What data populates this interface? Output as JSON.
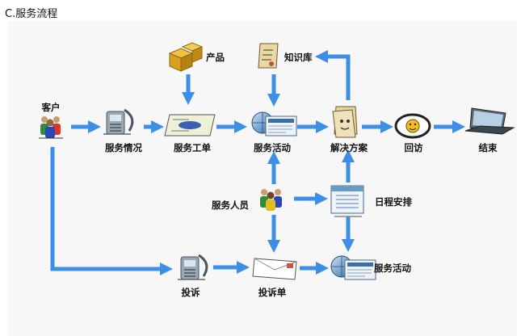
{
  "heading": "C.服务流程",
  "nodes": {
    "customer": {
      "label": "客户",
      "icon": "people-icon"
    },
    "service_info": {
      "label": "服务情况",
      "icon": "phone-icon"
    },
    "work_order": {
      "label": "服务工单",
      "icon": "document-icon"
    },
    "product": {
      "label": "产品",
      "icon": "boxes-icon"
    },
    "knowledge_base": {
      "label": "知识库",
      "icon": "scroll-icon"
    },
    "service_activity": {
      "label": "服务活动",
      "icon": "globe-doc-icon"
    },
    "solution": {
      "label": "解决方案",
      "icon": "paper-stack-icon"
    },
    "revisit": {
      "label": "回访",
      "icon": "face-icon"
    },
    "end": {
      "label": "结束",
      "icon": "laptop-icon"
    },
    "service_staff": {
      "label": "服务人员",
      "icon": "people-icon"
    },
    "schedule": {
      "label": "日程安排",
      "icon": "calendar-icon"
    },
    "complaint": {
      "label": "投诉",
      "icon": "phone-icon"
    },
    "complaint_form": {
      "label": "投诉单",
      "icon": "envelope-icon"
    },
    "service_activity_2": {
      "label": "服务活动",
      "icon": "globe-doc-icon"
    }
  },
  "colors": {
    "arrow": "#3d8ee6",
    "background": "#f7f7f7"
  }
}
